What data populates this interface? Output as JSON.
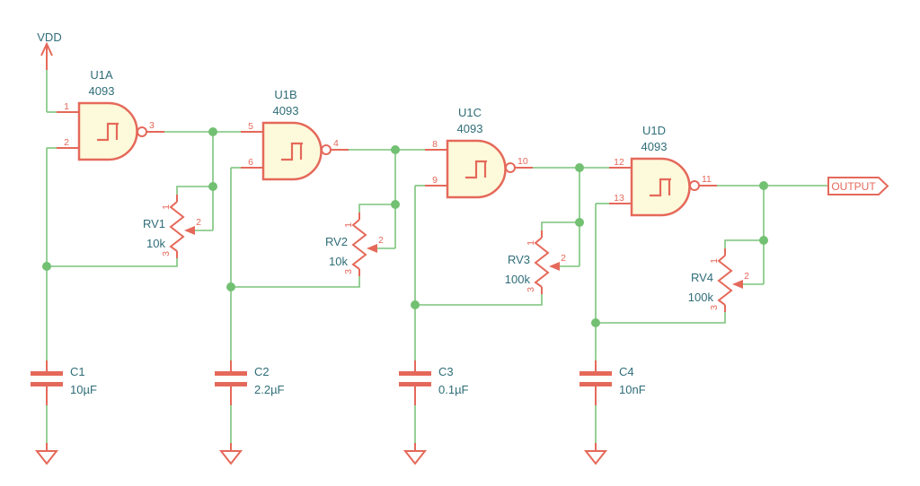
{
  "power": {
    "vdd_label": "VDD"
  },
  "output_flag": {
    "label": "OUTPUT"
  },
  "gates": [
    {
      "ref": "U1A",
      "part": "4093",
      "pin_in1": "1",
      "pin_in2": "2",
      "pin_out": "3"
    },
    {
      "ref": "U1B",
      "part": "4093",
      "pin_in1": "5",
      "pin_in2": "6",
      "pin_out": "4"
    },
    {
      "ref": "U1C",
      "part": "4093",
      "pin_in1": "8",
      "pin_in2": "9",
      "pin_out": "10"
    },
    {
      "ref": "U1D",
      "part": "4093",
      "pin_in1": "12",
      "pin_in2": "13",
      "pin_out": "11"
    }
  ],
  "pots": [
    {
      "ref": "RV1",
      "value": "10k",
      "pin1": "1",
      "pin2": "2",
      "pin3": "3"
    },
    {
      "ref": "RV2",
      "value": "10k",
      "pin1": "1",
      "pin2": "2",
      "pin3": "3"
    },
    {
      "ref": "RV3",
      "value": "100k",
      "pin1": "1",
      "pin2": "2",
      "pin3": "3"
    },
    {
      "ref": "RV4",
      "value": "100k",
      "pin1": "1",
      "pin2": "2",
      "pin3": "3"
    }
  ],
  "caps": [
    {
      "ref": "C1",
      "value": "10µF"
    },
    {
      "ref": "C2",
      "value": "2.2µF"
    },
    {
      "ref": "C3",
      "value": "0.1µF"
    },
    {
      "ref": "C4",
      "value": "10nF"
    }
  ],
  "colors": {
    "wire": "#7cc47c",
    "junction": "#72c072",
    "component": "#e5695a",
    "text": "#2f6d78",
    "gate_fill": "#fdfadb",
    "background": "#ffffff"
  }
}
